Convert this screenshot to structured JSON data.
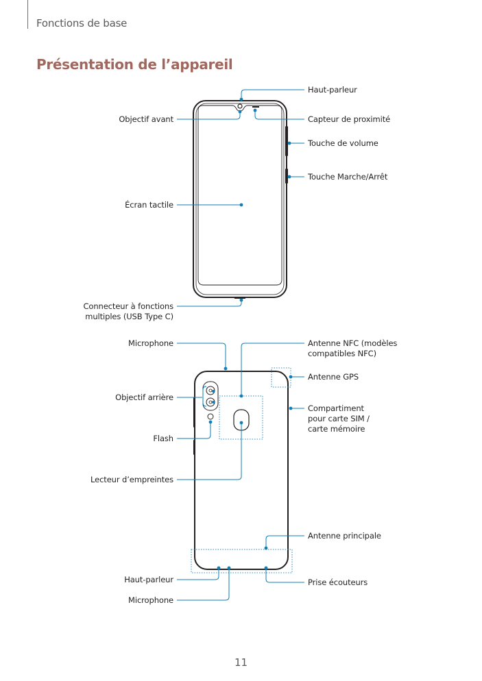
{
  "header": {
    "section": "Fonctions de base"
  },
  "page": {
    "title": "Présentation de l’appareil",
    "number": "11"
  },
  "front_labels": {
    "speaker_top": "Haut-parleur",
    "front_camera": "Objectif avant",
    "proximity_sensor": "Capteur de proximité",
    "volume_key": "Touche de volume",
    "power_key": "Touche Marche/Arrêt",
    "touchscreen": "Écran tactile",
    "usb_connector_1": "Connecteur à fonctions",
    "usb_connector_2": "multiples (USB Type C)"
  },
  "back_labels": {
    "microphone_top": "Microphone",
    "nfc_antenna_1": "Antenne NFC (modèles",
    "nfc_antenna_2": "compatibles NFC)",
    "gps_antenna": "Antenne GPS",
    "rear_camera": "Objectif arrière",
    "sim_tray_1": "Compartiment",
    "sim_tray_2": "pour carte SIM /",
    "sim_tray_3": "carte mémoire",
    "flash": "Flash",
    "fingerprint_sensor": "Lecteur d’empreintes",
    "main_antenna": "Antenne principale",
    "speaker_bottom": "Haut-parleur",
    "earphone_jack": "Prise écouteurs",
    "microphone_bottom": "Microphone"
  },
  "colors": {
    "accent_title": "#a0675e",
    "callout": "#0f7fb7",
    "device_outline": "#231f20",
    "dotted_area": "#2a8cc4"
  }
}
